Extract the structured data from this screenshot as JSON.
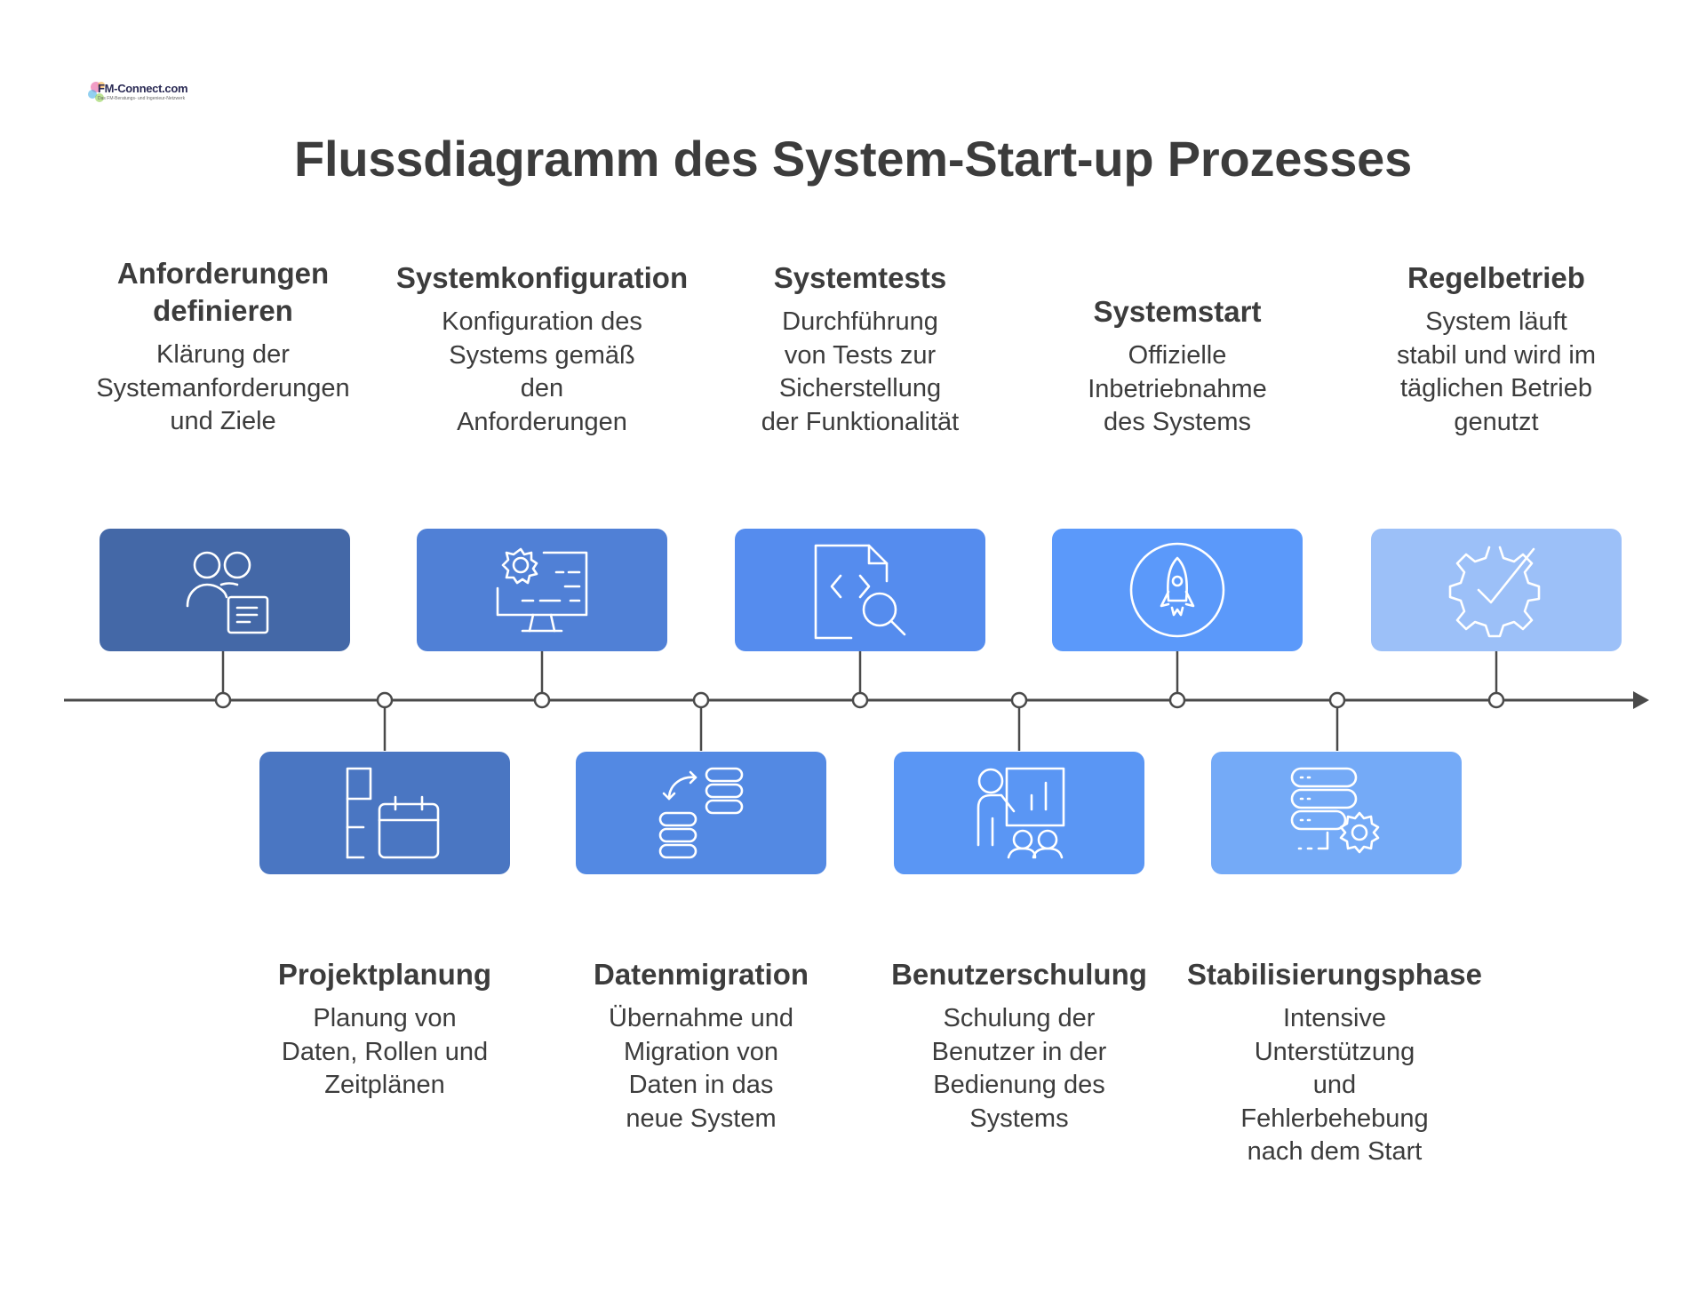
{
  "logo": {
    "brand": "FM-Connect.com",
    "tagline": "Das FM-Beratungs- und Ingenieur-Netzwerk"
  },
  "title": "Flussdiagramm des System-Start-up Prozesses",
  "colors": {
    "text": "#3c3c3c",
    "line": "#4a4a4a",
    "step1": "#4468a7",
    "step2": "#4a76c2",
    "step3": "#5080d6",
    "step4": "#5389e3",
    "step5": "#558cee",
    "step6": "#5a96f4",
    "step7": "#5b99fa",
    "step8": "#74aaf7",
    "step9": "#9cc0f8"
  },
  "steps": [
    {
      "id": 1,
      "title": "Anforderungen\ndefinieren",
      "desc": "Klärung der\nSystemanforderungen\nund Ziele",
      "icon": "users-document-icon",
      "position": "above"
    },
    {
      "id": 2,
      "title": "Projektplanung",
      "desc": "Planung von\nDaten, Rollen und\nZeitplänen",
      "icon": "gantt-calendar-icon",
      "position": "below"
    },
    {
      "id": 3,
      "title": "Systemkonfiguration",
      "desc": "Konfiguration des\nSystems gemäß\nden\nAnforderungen",
      "icon": "gear-monitor-icon",
      "position": "above"
    },
    {
      "id": 4,
      "title": "Datenmigration",
      "desc": "Übernahme und\nMigration von\nDaten in das\nneue System",
      "icon": "database-transfer-icon",
      "position": "below"
    },
    {
      "id": 5,
      "title": "Systemtests",
      "desc": "Durchführung\nvon Tests zur\nSicherstellung\nder Funktionalität",
      "icon": "code-search-icon",
      "position": "above"
    },
    {
      "id": 6,
      "title": "Benutzerschulung",
      "desc": "Schulung der\nBenutzer in der\nBedienung des\nSystems",
      "icon": "presentation-training-icon",
      "position": "below"
    },
    {
      "id": 7,
      "title": "Systemstart",
      "desc": "Offizielle\nInbetriebnahme\ndes Systems",
      "icon": "rocket-icon",
      "position": "above"
    },
    {
      "id": 8,
      "title": "Stabilisierungsphase",
      "desc": "Intensive\nUnterstützung\nund\nFehlerbehebung\nnach dem Start",
      "icon": "server-gear-icon",
      "position": "below"
    },
    {
      "id": 9,
      "title": "Regelbetrieb",
      "desc": "System läuft\nstabil und wird im\ntäglichen Betrieb\ngenutzt",
      "icon": "gear-check-icon",
      "position": "above"
    }
  ]
}
